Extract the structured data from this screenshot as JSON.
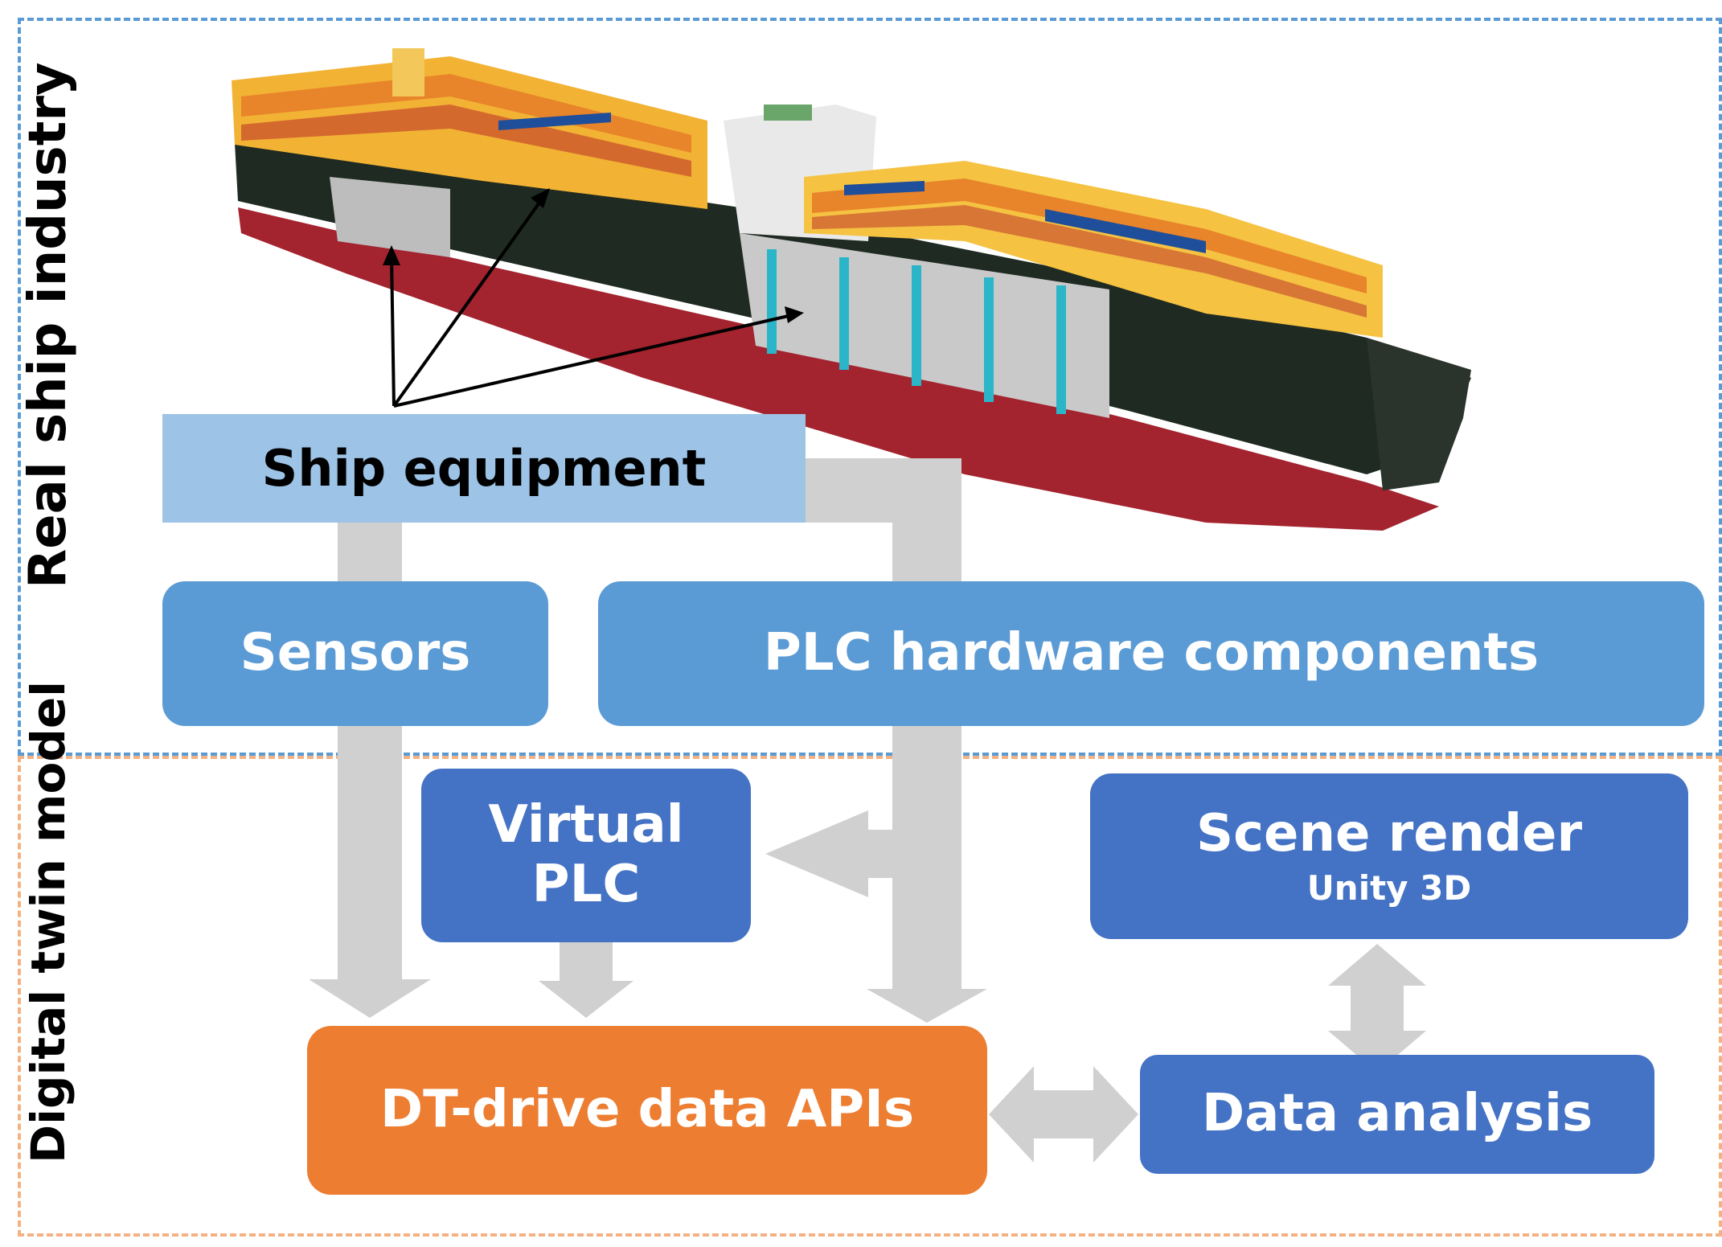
{
  "regions": {
    "real": {
      "label": "Real ship industry"
    },
    "digital_twin": {
      "label": "Digital twin model"
    }
  },
  "boxes": {
    "ship_equipment": "Ship equipment",
    "sensors": "Sensors",
    "plc_hardware": "PLC hardware components",
    "virtual_plc_line1": "Virtual",
    "virtual_plc_line2": "PLC",
    "scene_render": "Scene render",
    "scene_render_sub": "Unity 3D",
    "dt_api": "DT-drive data APIs",
    "data_analysis": "Data analysis"
  },
  "colors": {
    "real_border": "#5b9bd5",
    "dt_border": "#f4b183",
    "ship_equipment": "#9dc3e6",
    "mid_blue": "#5b9bd5",
    "dark_blue": "#4472c4",
    "orange": "#ed7d31",
    "arrow_gray": "#d0d0d0"
  }
}
